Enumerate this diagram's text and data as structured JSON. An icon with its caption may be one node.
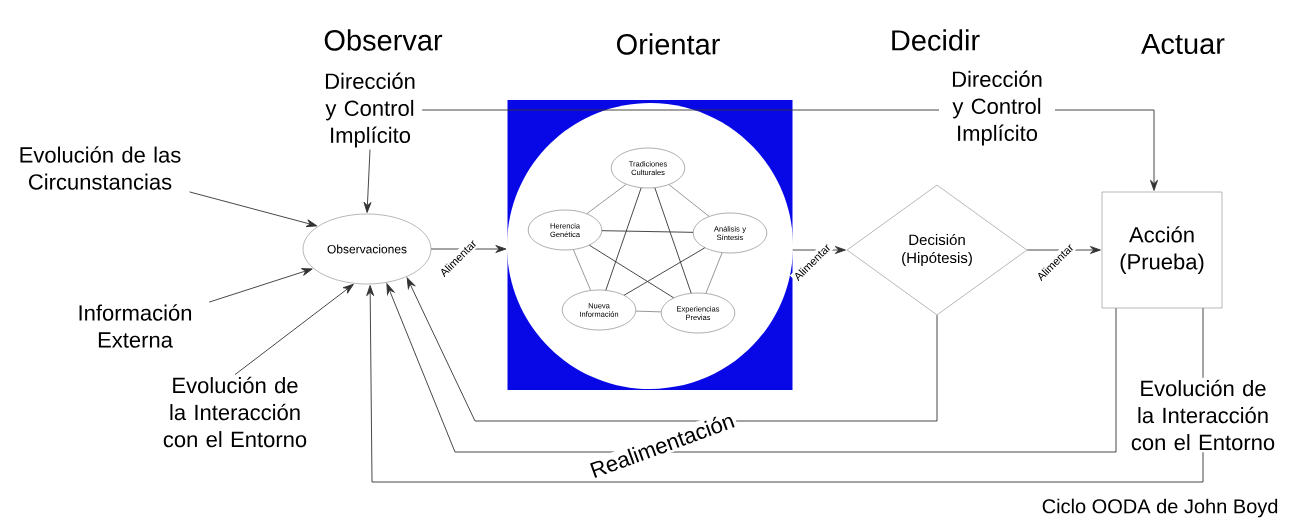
{
  "diagram": {
    "caption": "Ciclo OODA de John Boyd",
    "nodes": [
      {
        "text": [
          "Evolución de las Circunstancias"
        ]
      },
      {
        "text": [
          "Información Externa"
        ]
      },
      {
        "text": [
          "Evolución de la Interacción con el Entorno"
        ]
      },
      {
        "text": [
          "Dirección y Control Implícito"
        ]
      },
      {
        "text": [
          "Observaciones"
        ]
      },
      {
        "text": [],
        "shape": "box"
      },
      {
        "text": [
          "Tradiciones Culturales"
        ],
        "in": 5
      },
      {
        "text": [
          "Herencia Genética"
        ],
        "in": 5
      },
      {
        "text": [
          "Análisis y Síntesis"
        ],
        "in": 5
      },
      {
        "text": [
          "Nueva Información"
        ],
        "in": 5
      },
      {
        "text": [
          "Experiencias Previas"
        ],
        "in": 5
      },
      {
        "text": [
          "Decisión (Hipótesis)"
        ]
      },
      {
        "text": [
          "Acción (Prueba)"
        ]
      }
    ],
    "edges": [
      {
        "from": 0,
        "to": 4,
        "arrow": "to"
      },
      {
        "from": 1,
        "to": 4,
        "arrow": "to"
      },
      {
        "from": 2,
        "to": 4,
        "arrow": "to"
      },
      {
        "from": 3,
        "to": 4,
        "arrow": "to"
      },
      {
        "from": 4,
        "to": 5,
        "arrow": "to",
        "label": "Alimentar"
      },
      {
        "from": 5,
        "to": 11,
        "arrow": "to",
        "label": "Alimentar"
      },
      {
        "from": 11,
        "to": 12,
        "arrow": "to",
        "label": "Alimentar"
      },
      {
        "from": 3,
        "to": 12,
        "arrow": "to",
        "label": "Dirección y Control Implícito"
      },
      {
        "from": 11,
        "to": 4,
        "arrow": "to"
      },
      {
        "from": 12,
        "to": 4,
        "arrow": "to",
        "label": "Realimentación"
      },
      {
        "from": 12,
        "to": 4,
        "arrow": "to",
        "label": "Evolución de la Interacción con el Entorno"
      },
      {
        "from": 6,
        "to": 7,
        "arrow": "none",
        "color": "#8c8c8c"
      },
      {
        "from": 6,
        "to": 8,
        "arrow": "none",
        "color": "#8c8c8c"
      },
      {
        "from": 7,
        "to": 9,
        "arrow": "none",
        "color": "#8c8c8c"
      },
      {
        "from": 8,
        "to": 10,
        "arrow": "none",
        "color": "#8c8c8c"
      },
      {
        "from": 9,
        "to": 10,
        "arrow": "none",
        "color": "#8c8c8c"
      },
      {
        "from": 6,
        "to": 9,
        "arrow": "none"
      },
      {
        "from": 6,
        "to": 10,
        "arrow": "none"
      },
      {
        "from": 7,
        "to": 8,
        "arrow": "none"
      },
      {
        "from": 7,
        "to": 10,
        "arrow": "none"
      },
      {
        "from": 8,
        "to": 9,
        "arrow": "none"
      }
    ],
    "labels": [
      "Observar",
      "Orientar",
      "Decidir",
      "Actuar"
    ]
  }
}
